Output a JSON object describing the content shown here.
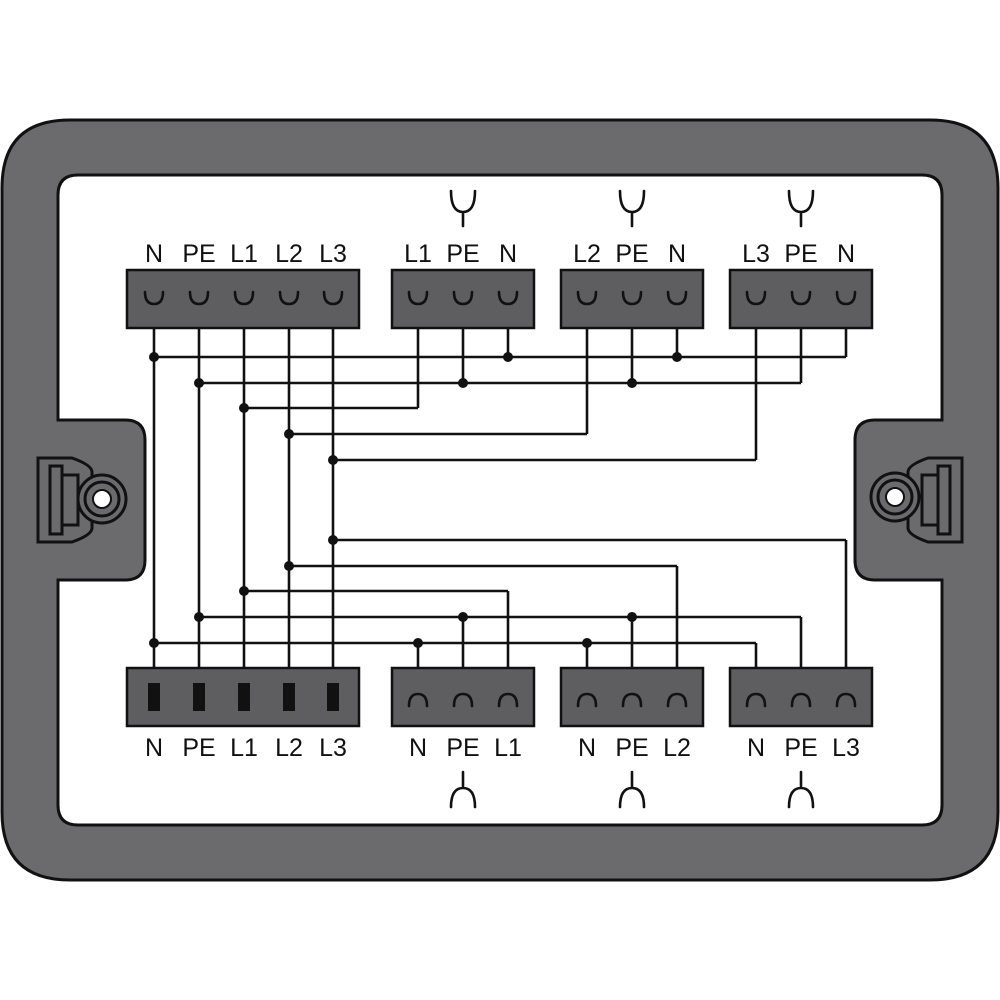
{
  "colors": {
    "housing": "#6b6b6e",
    "connector": "#5e5e61",
    "outline": "#111111",
    "background": "#ffffff"
  },
  "top_connectors": [
    {
      "id": "main-in",
      "labels": [
        "N",
        "PE",
        "L1",
        "L2",
        "L3"
      ],
      "contact": "socket"
    },
    {
      "id": "out-1",
      "labels": [
        "L1",
        "PE",
        "N"
      ],
      "contact": "socket",
      "symbol": "female-plug-icon"
    },
    {
      "id": "out-2",
      "labels": [
        "L2",
        "PE",
        "N"
      ],
      "contact": "socket",
      "symbol": "female-plug-icon"
    },
    {
      "id": "out-3",
      "labels": [
        "L3",
        "PE",
        "N"
      ],
      "contact": "socket",
      "symbol": "female-plug-icon"
    }
  ],
  "bottom_connectors": [
    {
      "id": "main-out",
      "labels": [
        "N",
        "PE",
        "L1",
        "L2",
        "L3"
      ],
      "contact": "pin"
    },
    {
      "id": "out-4",
      "labels": [
        "N",
        "PE",
        "L1"
      ],
      "contact": "socket",
      "symbol": "male-plug-icon"
    },
    {
      "id": "out-5",
      "labels": [
        "N",
        "PE",
        "L2"
      ],
      "contact": "socket",
      "symbol": "male-plug-icon"
    },
    {
      "id": "out-6",
      "labels": [
        "N",
        "PE",
        "L3"
      ],
      "contact": "socket",
      "symbol": "male-plug-icon"
    }
  ],
  "icons": [
    "mounting-screw-icon",
    "mounting-screw-icon"
  ]
}
